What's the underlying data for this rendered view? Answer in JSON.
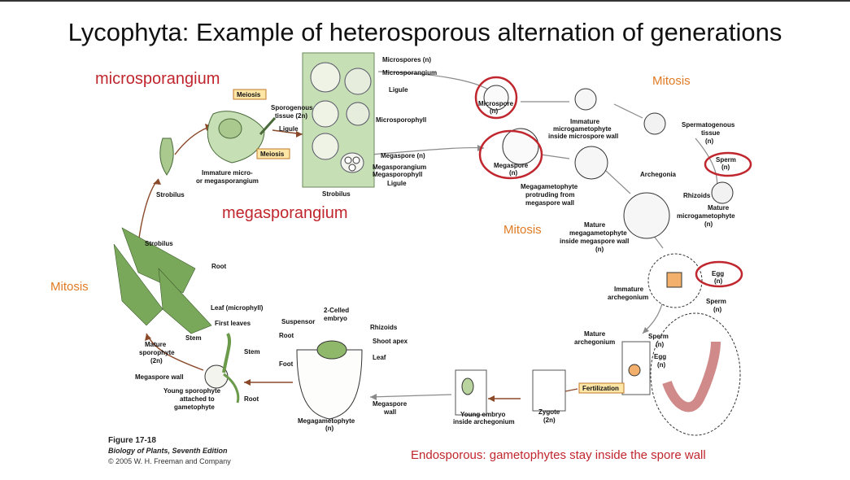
{
  "title": "Lycophyta: Example of  heterosporous alternation of generations",
  "annotations": {
    "microsporangium": "microsporangium",
    "megasporangium": "megasporangium",
    "mitosis_top": "Mitosis",
    "mitosis_mid": "Mitosis",
    "mitosis_left": "Mitosis",
    "endosporous": "Endosporous: gametophytes stay inside the spore wall"
  },
  "caption": {
    "figure": "Figure 17-18",
    "book": "Biology of Plants, Seventh Edition",
    "copyright": "© 2005 W. H. Freeman and Company"
  },
  "boxes": {
    "meiosis_1": "Meiosis",
    "meiosis_2": "Meiosis",
    "fertilization": "Fertilization"
  },
  "labels": {
    "microspores": "Microspores (n)",
    "microsporangium": "Microsporangium",
    "ligule_top": "Ligule",
    "sporogenous": "Sporogenous",
    "tissue2n": "tissue (2n)",
    "ligule_small": "Ligule",
    "microsporophyll": "Microsporophyll",
    "megaspore_n": "Megaspore (n)",
    "megasporangium": "Megasporangium",
    "megasporophyll": "Megasporophyll",
    "ligule_bottom": "Ligule",
    "strobilus_center": "Strobilus",
    "immature_micro1": "Immature micro-",
    "immature_micro2": "or megasporangium",
    "strobilus_small": "Strobilus",
    "microspore": "Microspore",
    "microspore_n": "(n)",
    "immature_microgam1": "Immature",
    "immature_microgam2": "microgametophyte",
    "immature_microgam3": "inside microspore wall",
    "spermatogenous1": "Spermatogenous",
    "spermatogenous2": "tissue",
    "spermatogenous3": "(n)",
    "megaspore": "Megaspore",
    "megaspore_n2": "(n)",
    "megagam1": "Megagametophyte",
    "megagam2": "protruding from",
    "megagam3": "megaspore wall",
    "archegonia": "Archegonia",
    "sperm_top": "Sperm",
    "sperm_top_n": "(n)",
    "rhizoids_right": "Rhizoids",
    "mature_microgam1": "Mature",
    "mature_microgam2": "microgametophyte",
    "mature_microgam3": "(n)",
    "mature_megagam1": "Mature",
    "mature_megagam2": "megagametophyte",
    "mature_megagam3": "inside megaspore wall",
    "mature_megagam4": "(n)",
    "egg": "Egg",
    "egg_n": "(n)",
    "immature_arch1": "Immature",
    "immature_arch2": "archegonium",
    "sperm_mid": "Sperm",
    "sperm_mid_n": "(n)",
    "mature_arch1": "Mature",
    "mature_arch2": "archegonium",
    "sperm_low": "Sperm",
    "sperm_low_n": "(n)",
    "egg_low": "Egg",
    "egg_low_n": "(n)",
    "zygote": "Zygote",
    "zygote_n": "(2n)",
    "young_embryo1": "Young embryo",
    "young_embryo2": "inside archegonium",
    "megaspore_wall1": "Megaspore",
    "megaspore_wall2": "wall",
    "megagametophyte_b": "Megagametophyte",
    "megagametophyte_b_n": "(n)",
    "suspensor": "Suspensor",
    "two_celled1": "2-Celled",
    "two_celled2": "embryo",
    "rhizoids_emb": "Rhizoids",
    "root_emb": "Root",
    "shoot_apex": "Shoot apex",
    "leaf_emb": "Leaf",
    "foot": "Foot",
    "first_leaves": "First leaves",
    "stem_young": "Stem",
    "megaspore_wall_left": "Megaspore wall",
    "young_spor1": "Young sporophyte",
    "young_spor2": "attached to",
    "young_spor3": "gametophyte",
    "root_young": "Root",
    "strobilus_plant": "Strobilus",
    "root_plant": "Root",
    "leaf_micro": "Leaf (microphyll)",
    "stem_plant": "Stem",
    "mature_spor1": "Mature",
    "mature_spor2": "sporophyte",
    "mature_spor3": "(2n)"
  }
}
